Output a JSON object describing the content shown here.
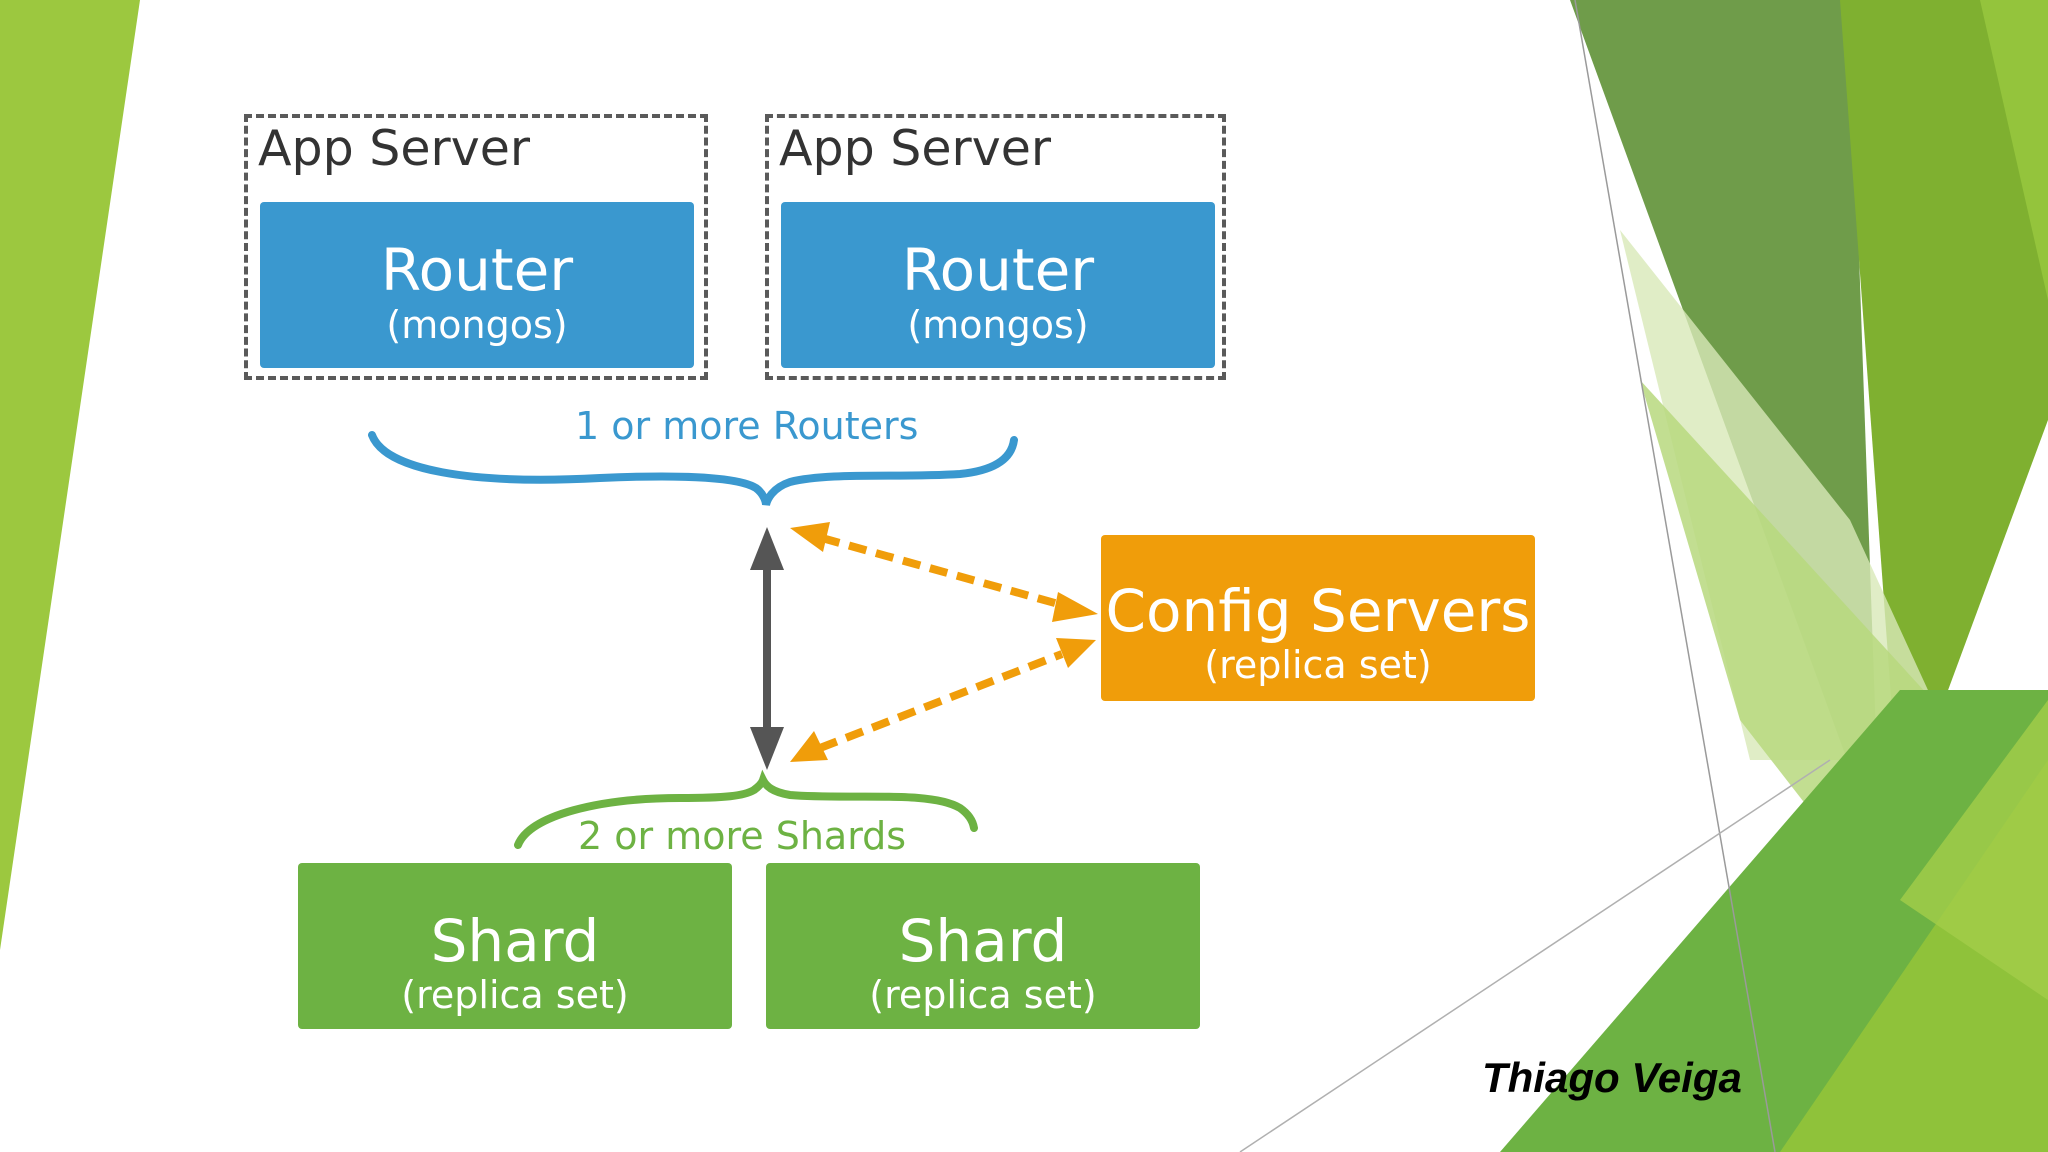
{
  "diagram": {
    "app_servers": [
      {
        "label": "App Server",
        "router_title": "Router",
        "router_sub": "(mongos)"
      },
      {
        "label": "App Server",
        "router_title": "Router",
        "router_sub": "(mongos)"
      }
    ],
    "routers_brace_label": "1 or more Routers",
    "config": {
      "title": "Config Servers",
      "sub": "(replica set)"
    },
    "shards_brace_label": "2 or more Shards",
    "shards": [
      {
        "title": "Shard",
        "sub": "(replica set)"
      },
      {
        "title": "Shard",
        "sub": "(replica set)"
      }
    ]
  },
  "author": "Thiago Veiga",
  "colors": {
    "router_blue": "#3a98cf",
    "config_orange": "#f09d0a",
    "shard_green": "#6db243",
    "arrow_gray": "#555555",
    "theme_green_light": "#9cc83f",
    "theme_green_dark": "#5a9a2e"
  }
}
